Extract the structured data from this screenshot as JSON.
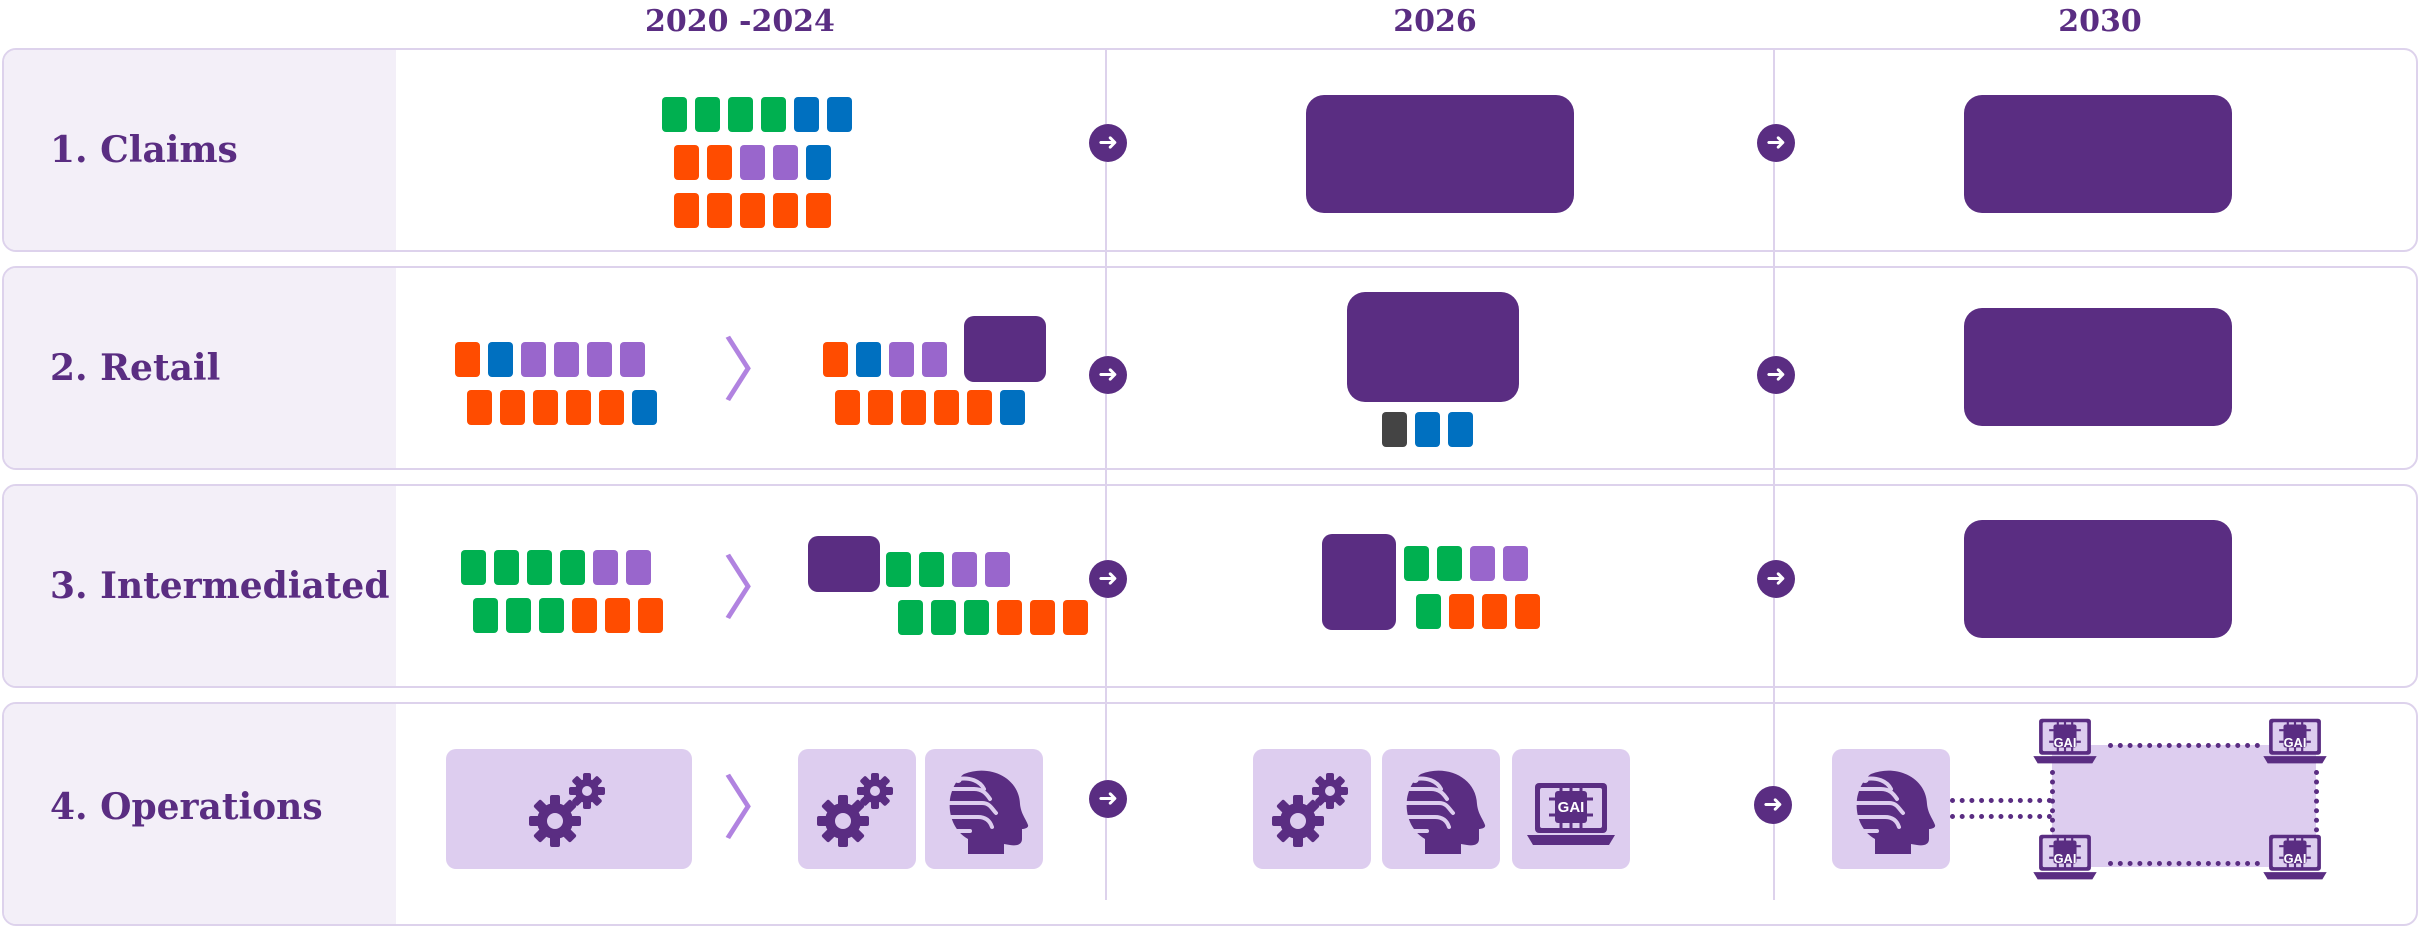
{
  "columns": [
    "2020 -2024",
    "2026",
    "2030"
  ],
  "rows": [
    {
      "label": "1. Claims"
    },
    {
      "label": "2. Retail"
    },
    {
      "label": "3. Intermediated"
    },
    {
      "label": "4. Operations"
    }
  ],
  "colors": {
    "green": "#00b050",
    "blue": "#0070c0",
    "lavender": "#9966cc",
    "orange": "#ff4c00",
    "purple": "#5a2d82",
    "dark": "#444444",
    "tile": "#ddcdef"
  },
  "icons": {
    "arrow": "arrow-right-circle-icon",
    "chevron": "chevron-right-icon",
    "gears": "gears-icon",
    "ai_head": "ai-head-icon",
    "laptop": "laptop-chip-icon"
  },
  "gai_label": "GAI"
}
